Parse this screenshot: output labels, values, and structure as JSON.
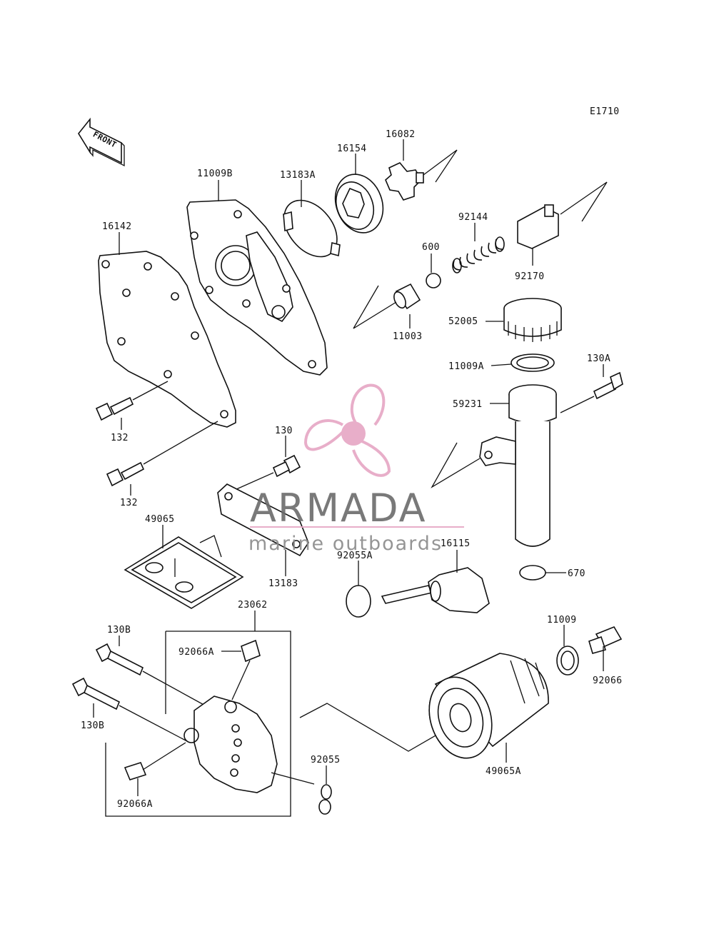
{
  "diagram_code": "E1710",
  "front_label": "FRONT",
  "watermark": {
    "brand": "ARMADA",
    "tagline": "marine outboards",
    "logo": "propeller-logo",
    "logo_color": "#e6a6c4",
    "text_color": "#6b6b6b"
  },
  "part_labels": {
    "p16082": "16082",
    "p16154": "16154",
    "p11009B": "11009B",
    "p13183A": "13183A",
    "p16142": "16142",
    "p92144": "92144",
    "p600": "600",
    "p92170": "92170",
    "p11003": "11003",
    "p52005": "52005",
    "p11009A": "11009A",
    "p130A": "130A",
    "p59231": "59231",
    "p132a": "132",
    "p132b": "132",
    "p130": "130",
    "p49065": "49065",
    "p13183": "13183",
    "p16115": "16115",
    "p92055A": "92055A",
    "p670": "670",
    "p23062": "23062",
    "p130Ba": "130B",
    "p130Bb": "130B",
    "p92066Aa": "92066A",
    "p92066Ab": "92066A",
    "p11009": "11009",
    "p92066": "92066",
    "p92055": "92055",
    "p49065A": "49065A"
  }
}
